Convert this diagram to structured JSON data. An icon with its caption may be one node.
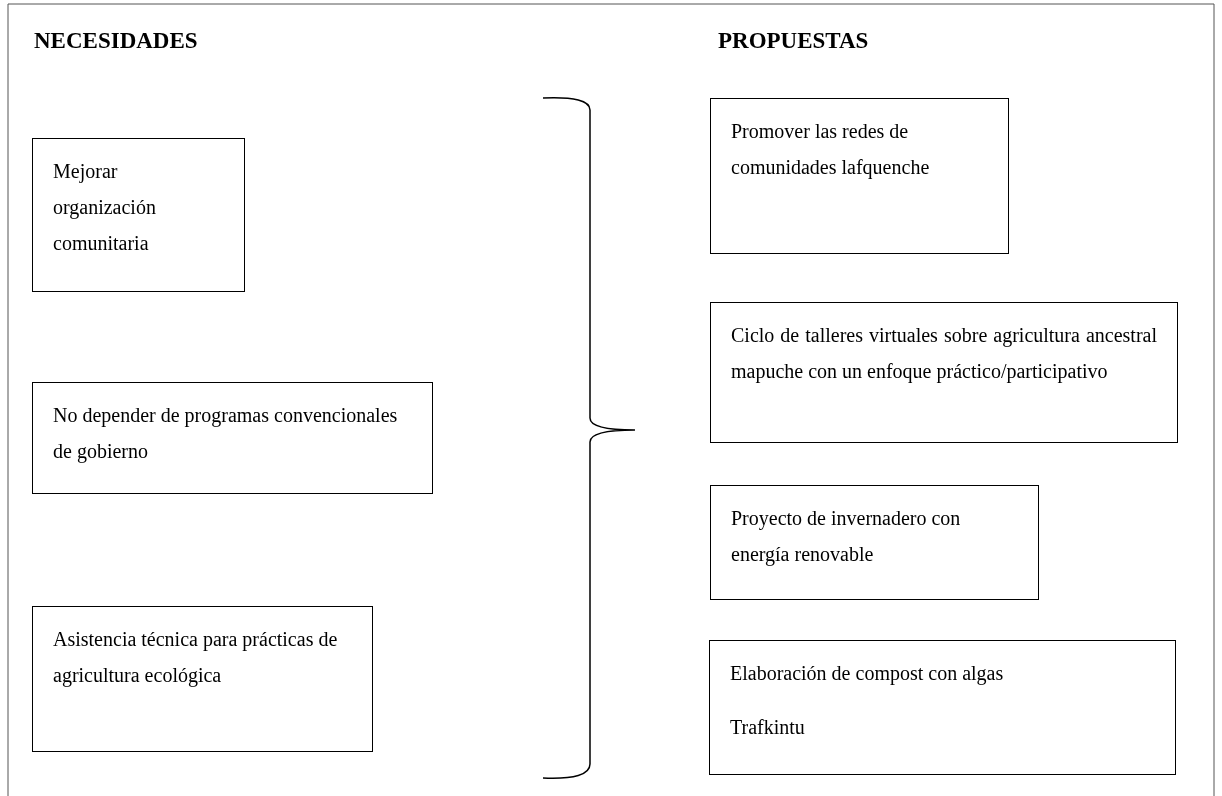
{
  "diagram": {
    "nodes": [
      {
        "text": [
          "Mejorar organización comunitaria"
        ]
      },
      {
        "text": [
          "No depender de programas convencionales de gobierno"
        ]
      },
      {
        "text": [
          "Asistencia técnica para prácticas de agricultura ecológica"
        ]
      },
      {
        "text": [
          "Promover las redes de comunidades lafquenche"
        ]
      },
      {
        "text": [
          "Ciclo de talleres virtuales sobre agricultura ancestral mapuche con un enfoque práctico/participativo"
        ]
      },
      {
        "text": [
          "Proyecto de invernadero con energía renovable"
        ]
      },
      {
        "text": [
          "Elaboración de compost con algas",
          "Trafkintu"
        ]
      }
    ],
    "labels": [
      "NECESIDADES",
      "PROPUESTAS"
    ]
  }
}
